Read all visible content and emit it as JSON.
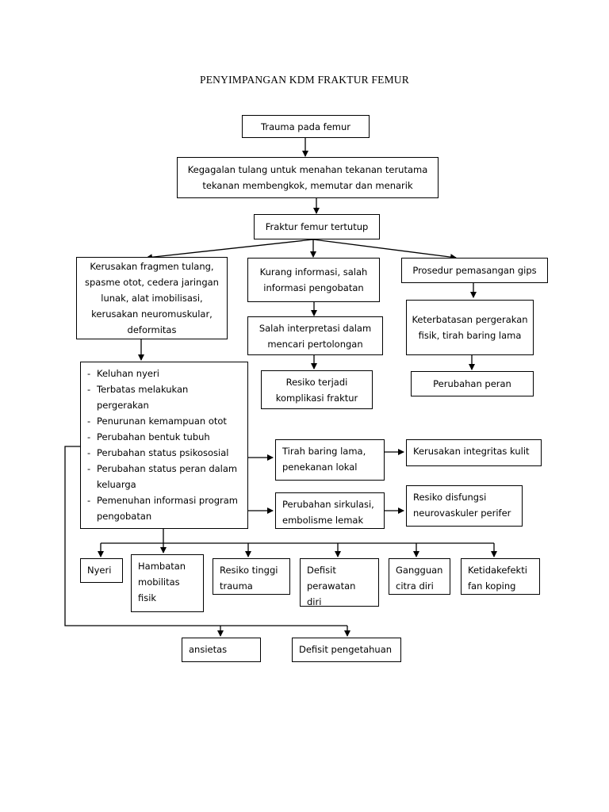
{
  "title": "PENYIMPANGAN KDM FRAKTUR FEMUR",
  "nodes": {
    "trauma": "Trauma pada femur",
    "kegagalan": "Kegagalan tulang untuk menahan tekanan terutama tekanan membengkok, memutar dan menarik",
    "fraktur": "Fraktur femur tertutup",
    "kerusakan_fragmen": "Kerusakan fragmen tulang, spasme otot, cedera jaringan lunak, alat imobilisasi, kerusakan neuromuskular, deformitas",
    "kurang_informasi": "Kurang informasi, salah informasi pengobatan",
    "prosedur_gips": "Prosedur pemasangan gips",
    "salah_interpretasi": "Salah interpretasi dalam mencari pertolongan",
    "keterbatasan": "Keterbatasan pergerakan fisik, tirah baring lama",
    "resiko_komplikasi": "Resiko terjadi komplikasi fraktur",
    "perubahan_peran": "Perubahan peran",
    "tirah_baring": "Tirah baring lama, penekanan lokal",
    "kerusakan_integritas": "Kerusakan integritas kulit",
    "perubahan_sirkulasi": "Perubahan sirkulasi, embolisme lemak",
    "resiko_disfungsi": "Resiko disfungsi neurovaskuler perifer",
    "nyeri": "Nyeri",
    "hambatan": "Hambatan mobilitas fisik",
    "resiko_trauma": "Resiko tinggi trauma",
    "defisit_perawatan": "Defisit perawatan diri",
    "gangguan_citra": "Gangguan citra diri",
    "koping": "Ketidakefekti fan koping",
    "ansietas": "ansietas",
    "defisit_pengetahuan": "Defisit pengetahuan"
  },
  "symptoms": [
    "Keluhan nyeri",
    "Terbatas melakukan pergerakan",
    "Penurunan kemampuan otot",
    "Perubahan bentuk tubuh",
    "Perubahan status psikososial",
    "Perubahan status peran dalam keluarga",
    "Pemenuhan informasi program pengobatan"
  ]
}
